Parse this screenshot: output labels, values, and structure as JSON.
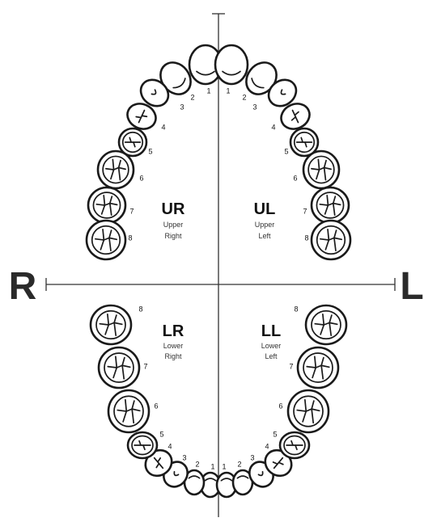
{
  "side_labels": {
    "right": "R",
    "left": "L"
  },
  "quadrants": {
    "ur": {
      "code": "UR",
      "line1": "Upper",
      "line2": "Right"
    },
    "ul": {
      "code": "UL",
      "line1": "Upper",
      "line2": "Left"
    },
    "lr": {
      "code": "LR",
      "line1": "Lower",
      "line2": "Right"
    },
    "ll": {
      "code": "LL",
      "line1": "Lower",
      "line2": "Left"
    }
  },
  "upper_teeth": [
    "1",
    "2",
    "3",
    "4",
    "5",
    "6",
    "7",
    "8"
  ],
  "lower_teeth": [
    "1",
    "2",
    "3",
    "4",
    "5",
    "6",
    "7",
    "8"
  ],
  "colors": {
    "ink": "#1a1a1a",
    "background": "#ffffff"
  }
}
